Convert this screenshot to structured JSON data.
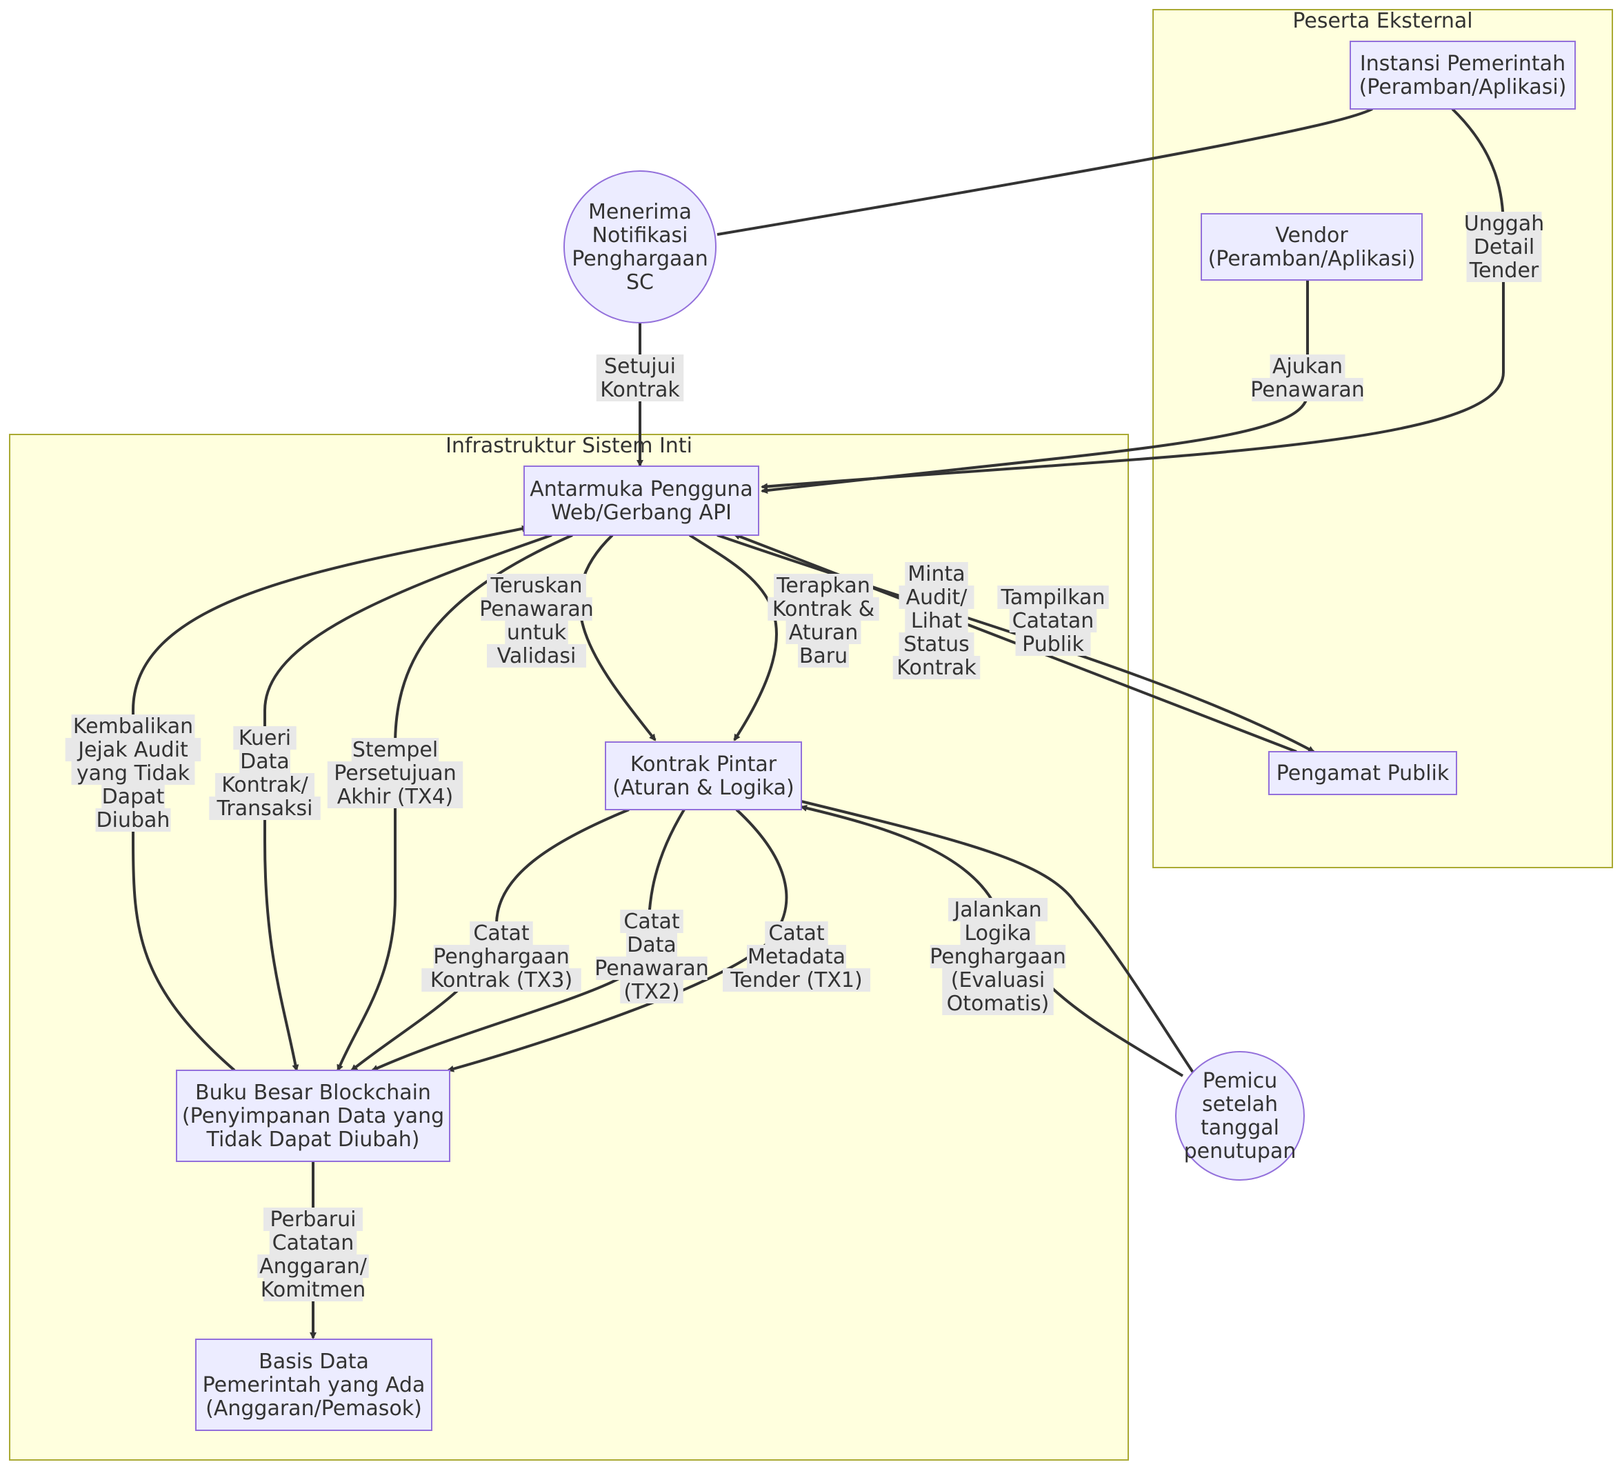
{
  "clusters": {
    "external": "Peserta Eksternal",
    "core": "Infrastruktur Sistem Inti"
  },
  "nodes": {
    "instansi": [
      "Instansi Pemerintah",
      "(Peramban/Aplikasi)"
    ],
    "vendor": [
      "Vendor",
      "(Peramban/Aplikasi)"
    ],
    "pengamat": [
      "Pengamat Publik"
    ],
    "notifikasi": [
      "Menerima",
      "Notifikasi",
      "Penghargaan",
      "SC"
    ],
    "antarmuka": [
      "Antarmuka Pengguna",
      "Web/Gerbang API"
    ],
    "kontrak": [
      "Kontrak Pintar",
      "(Aturan & Logika)"
    ],
    "buku": [
      "Buku Besar Blockchain",
      "(Penyimpanan Data yang",
      "Tidak Dapat Diubah)"
    ],
    "basis": [
      "Basis Data",
      "Pemerintah yang Ada",
      "(Anggaran/Pemasok)"
    ],
    "pemicu": [
      "Pemicu",
      "setelah",
      "tanggal",
      "penutupan"
    ]
  },
  "edges": {
    "unggah": [
      "Unggah",
      "Detail",
      "Tender"
    ],
    "ajukan": [
      "Ajukan",
      "Penawaran"
    ],
    "setujui": [
      "Setujui",
      "Kontrak"
    ],
    "teruskan": [
      "Teruskan",
      "Penawaran",
      "untuk",
      "Validasi"
    ],
    "terapkan": [
      "Terapkan",
      "Kontrak &",
      "Aturan",
      "Baru"
    ],
    "minta": [
      "Minta",
      "Audit/",
      "Lihat",
      "Status",
      "Kontrak"
    ],
    "tampilkan": [
      "Tampilkan",
      "Catatan",
      "Publik"
    ],
    "kembalikan": [
      "Kembalikan",
      "Jejak Audit",
      "yang Tidak",
      "Dapat",
      "Diubah"
    ],
    "kueri": [
      "Kueri",
      "Data",
      "Kontrak/",
      "Transaksi"
    ],
    "stempel": [
      "Stempel",
      "Persetujuan",
      "Akhir (TX4)"
    ],
    "tx3": [
      "Catat",
      "Penghargaan",
      "Kontrak (TX3)"
    ],
    "tx2": [
      "Catat",
      "Data",
      "Penawaran",
      "(TX2)"
    ],
    "tx1": [
      "Catat",
      "Metadata",
      "Tender (TX1)"
    ],
    "jalankan": [
      "Jalankan",
      "Logika",
      "Penghargaan",
      "(Evaluasi",
      "Otomatis)"
    ],
    "perbarui": [
      "Perbarui",
      "Catatan",
      "Anggaran/",
      "Komitmen"
    ]
  }
}
